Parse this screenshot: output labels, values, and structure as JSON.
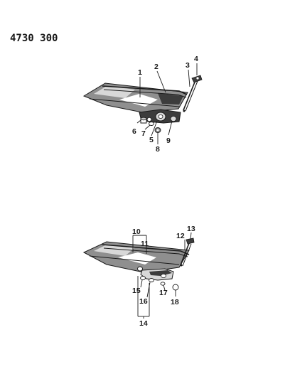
{
  "diagram_code": "4730 300",
  "upper_assembly": {
    "callouts": [
      "1",
      "2",
      "3",
      "4",
      "5",
      "6",
      "7",
      "8",
      "9"
    ]
  },
  "lower_assembly": {
    "callouts": [
      "10",
      "11",
      "12",
      "13",
      "14",
      "15",
      "16",
      "17",
      "18"
    ]
  }
}
